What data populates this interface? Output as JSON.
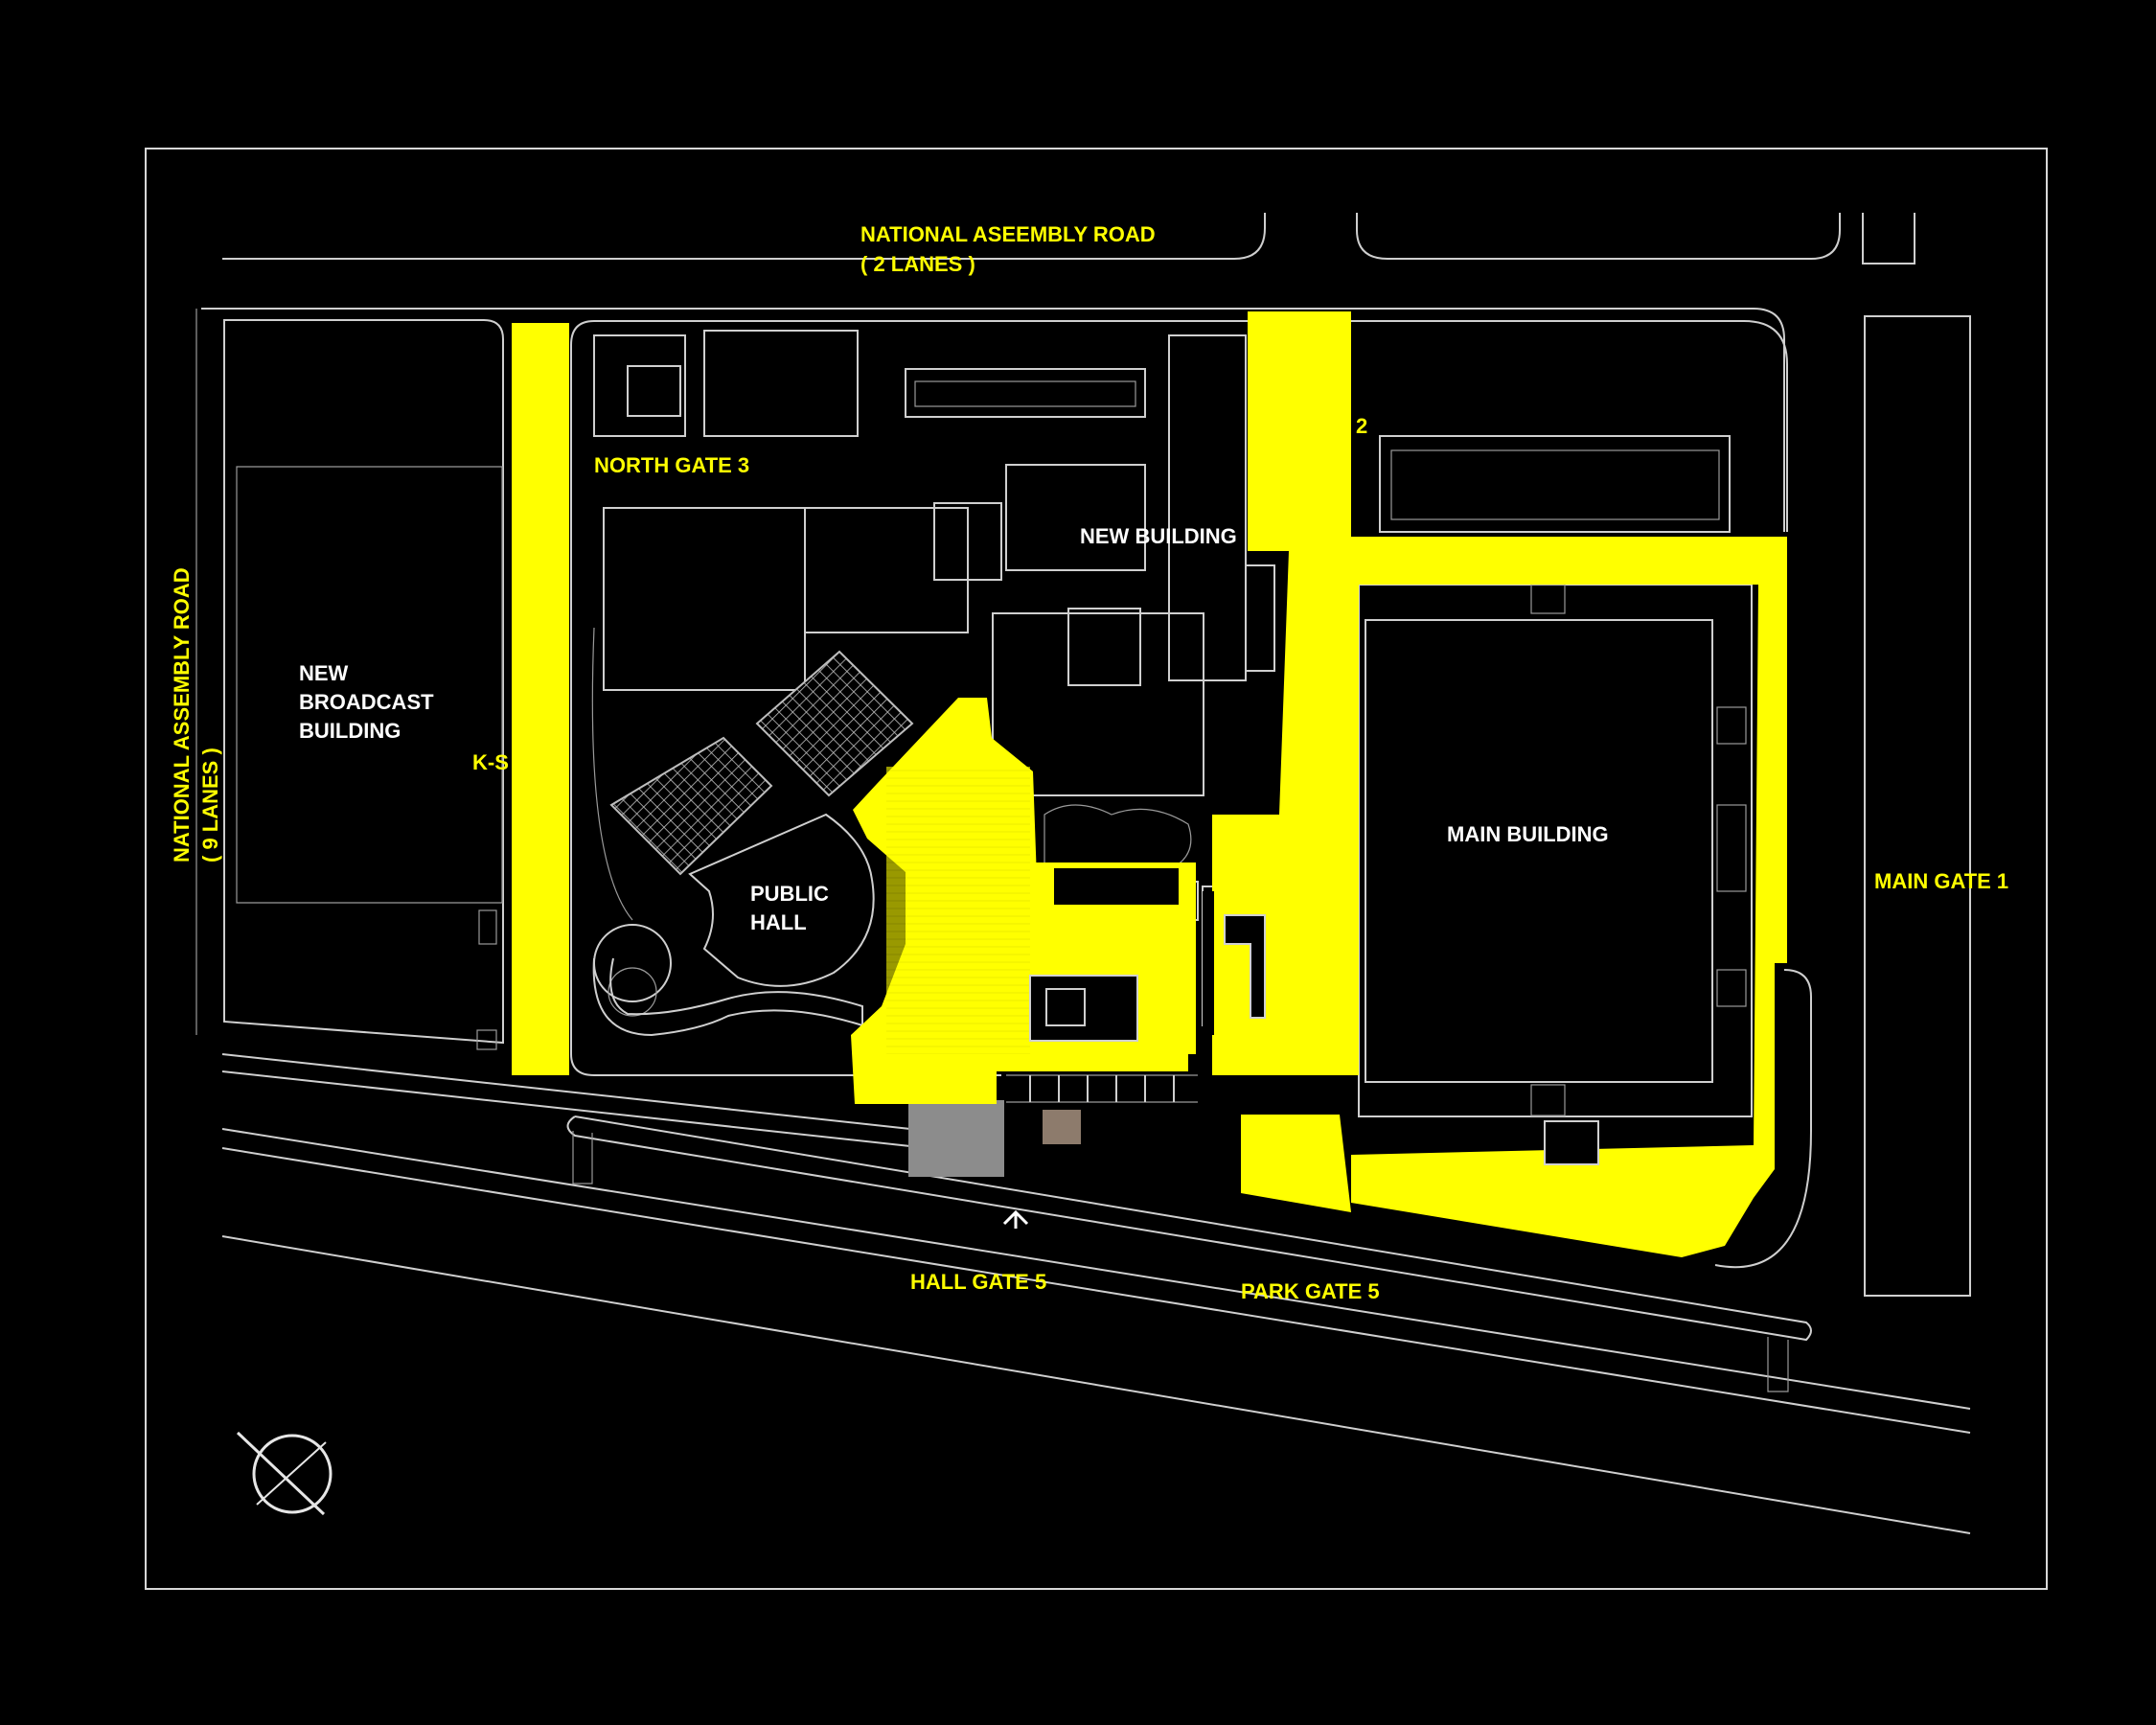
{
  "colors": {
    "background": "#000000",
    "highlight": "#ffff00",
    "linework": "#cfcfcf",
    "label_on_dark": "#ffffff"
  },
  "roads": {
    "north_name": "NATIONAL ASEEMBLY ROAD",
    "north_lanes": "( 2 LANES )",
    "west_name": "NATIONAL ASSEMBLY ROAD",
    "west_lanes": "( 9 LANES )"
  },
  "gates": {
    "north_gate": "NORTH GATE 3",
    "main_gate": "MAIN GATE 1",
    "hall_gate": "HALL GATE 5",
    "park_gate": "PARK GATE 5",
    "gate_2_fragment": "2",
    "k_st_fragment": "K-S"
  },
  "buildings": {
    "new_broadcast": [
      "NEW",
      "BROADCAST",
      "BUILDING"
    ],
    "public_hall": [
      "PUBLIC",
      "HALL"
    ],
    "new_building": "NEW BUILDING",
    "main_building": "MAIN BUILDING"
  },
  "icons": {
    "compass": "north-arrow-compass-icon",
    "entrance": "entrance-arrow-icon"
  }
}
